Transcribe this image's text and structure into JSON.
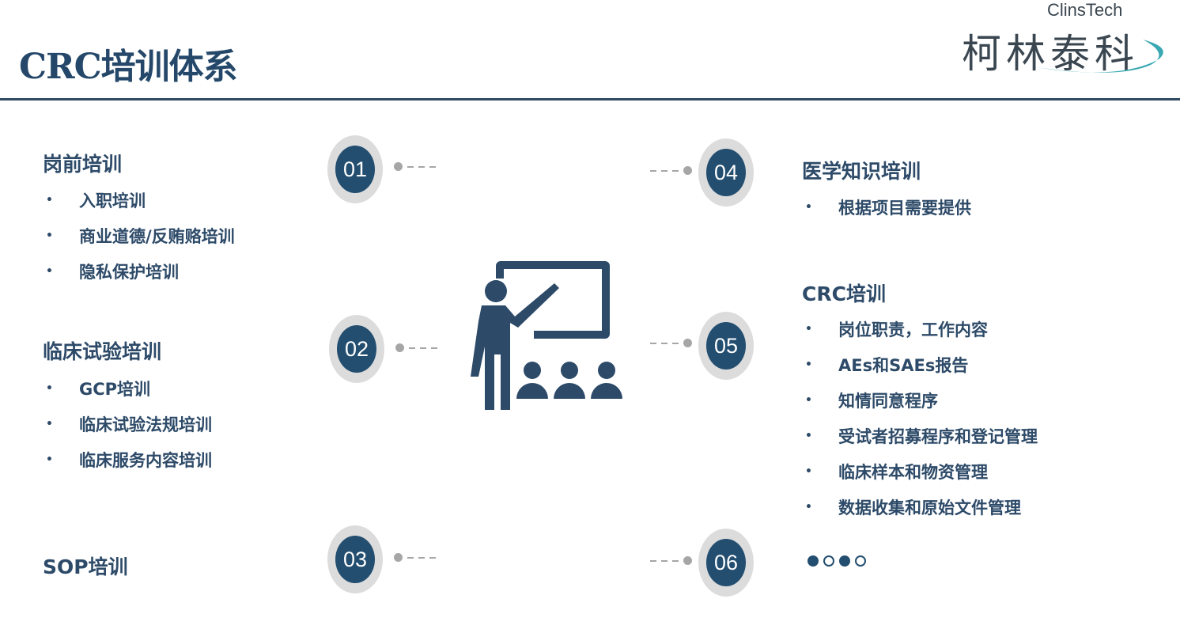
{
  "title": "CRC培训体系",
  "logo": {
    "en": "ClinsTech",
    "cn": "柯林泰科"
  },
  "badges": [
    "01",
    "02",
    "03",
    "04",
    "05",
    "06"
  ],
  "sections": {
    "pre_job": {
      "heading": "岗前培训",
      "items": [
        "入职培训",
        "商业道德/反贿赂培训",
        "隐私保护培训"
      ]
    },
    "clinical": {
      "heading": "临床试验培训",
      "items": [
        "GCP培训",
        "临床试验法规培训",
        "临床服务内容培训"
      ]
    },
    "sop": {
      "heading": "SOP培训"
    },
    "medical": {
      "heading": "医学知识培训",
      "items": [
        "根据项目需要提供"
      ]
    },
    "crc": {
      "heading": "CRC培训",
      "items": [
        "岗位职责，工作内容",
        "AEs和SAEs报告",
        "知情同意程序",
        "受试者招募程序和登记管理",
        "临床样本和物资管理",
        "数据收集和原始文件管理"
      ]
    }
  },
  "bullet": "•",
  "pagination": {
    "total": 4,
    "filled": [
      1,
      3
    ]
  },
  "colors": {
    "primary": "#234e70",
    "text": "#2d4a68",
    "accent": "#3aa8b2"
  }
}
